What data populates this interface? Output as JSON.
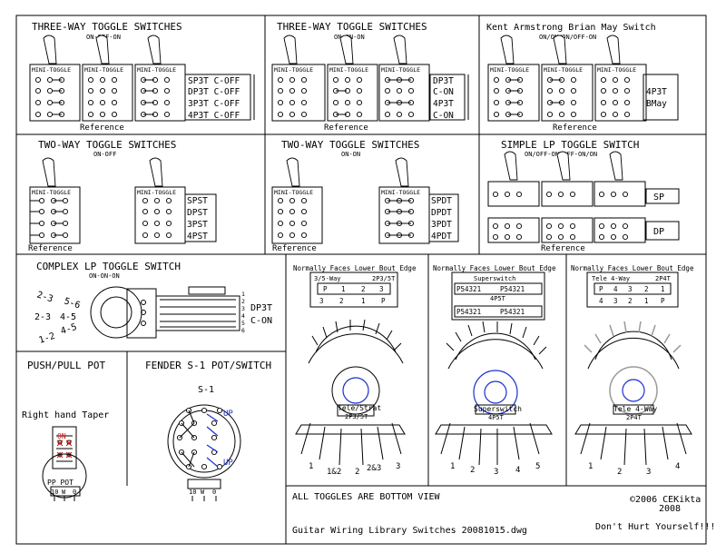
{
  "title_block": {
    "all_toggles_note": "ALL TOGGLES ARE BOTTOM VIEW",
    "copyright": "©2006 CEKikta",
    "copyright_year2": "2008",
    "filename": "Guitar Wiring Library Switches 20081015.dwg",
    "warning": "Don't Hurt Yourself!!!"
  },
  "three_way_a": {
    "title": "THREE-WAY TOGGLE SWITCHES",
    "subtitle": "ON-OFF-ON",
    "mini_toggle": "MINI-TOGGLE",
    "types": [
      "SP3T C-OFF",
      "DP3T C-OFF",
      "3P3T C-OFF",
      "4P3T C-OFF"
    ],
    "reference": "Reference"
  },
  "three_way_b": {
    "title": "THREE-WAY TOGGLE SWITCHES",
    "subtitle": "ON-ON-ON",
    "mini_toggle": "MINI-TOGGLE",
    "types": [
      "DP3T",
      "C-ON",
      "4P3T",
      "C-ON"
    ],
    "reference": "Reference"
  },
  "brian_may": {
    "title": "Kent Armstrong Brian May Switch",
    "subtitle": "ON/ON/ON/OFF-ON",
    "mini_toggle": "MINI-TOGGLE",
    "types": [
      "4P3T",
      "BMay"
    ],
    "reference": "Reference"
  },
  "two_way_a": {
    "title": "TWO-WAY TOGGLE SWITCHES",
    "subtitle": "ON-OFF",
    "mini_toggle": "MINI-TOGGLE",
    "types": [
      "SPST",
      "DPST",
      "3PST",
      "4PST"
    ],
    "reference": "Reference"
  },
  "two_way_b": {
    "title": "TWO-WAY TOGGLE SWITCHES",
    "subtitle": "ON-ON",
    "mini_toggle": "MINI-TOGGLE",
    "types": [
      "SPDT",
      "DPDT",
      "3PDT",
      "4PDT"
    ],
    "reference": "Reference"
  },
  "simple_lp": {
    "title": "SIMPLE LP TOGGLE SWITCH",
    "subtitle": "ON/OFF-ON/OFF-ON/ON",
    "types": [
      "SP",
      "DP"
    ],
    "reference": "Reference"
  },
  "complex_lp": {
    "title": "COMPLEX LP TOGGLE SWITCH",
    "subtitle": "ON-ON-ON",
    "positions": [
      "2-3",
      "5-6",
      "2-3",
      "4-5",
      "1-2",
      "4-5"
    ],
    "pins": [
      "1",
      "2",
      "3",
      "4",
      "5",
      "6"
    ],
    "type_line1": "DP3T",
    "type_line2": "C-ON"
  },
  "push_pull": {
    "title": "PUSH/PULL POT",
    "taper": "Right hand Taper",
    "on": "ON",
    "pot_label": "PP POT",
    "pins": [
      "10",
      "W",
      "0"
    ]
  },
  "fender_s1": {
    "title": "FENDER S-1 POT/SWITCH",
    "label": "S-1",
    "up1": "UP",
    "up2": "UP",
    "pins": [
      "10",
      "W",
      "0"
    ]
  },
  "strat": {
    "header": "Normally Faces Lower Bout Edge",
    "top_label": "3/5-Way",
    "top_label2": "2P3/5T",
    "pins_top": [
      "P",
      "1",
      "2",
      "3"
    ],
    "pins_bottom": [
      "3",
      "2",
      "1",
      "P"
    ],
    "name": "Tele/Strat",
    "name2": "2P3/5T",
    "positions": [
      "1",
      "1&2",
      "2",
      "2&3",
      "3"
    ]
  },
  "superswitch": {
    "header": "Normally Faces Lower Bout Edge",
    "top_label": "Superswitch",
    "sub_label": "4P5T",
    "row_digits": "P54321",
    "name": "Superswitch",
    "name2": "4P5T",
    "positions": [
      "1",
      "2",
      "3",
      "4",
      "5"
    ]
  },
  "tele4": {
    "header": "Normally Faces Lower Bout Edge",
    "top_label": "Tele 4-Way",
    "top_label2": "2P4T",
    "pins_top": [
      "P",
      "4",
      "3",
      "2",
      "1"
    ],
    "pins_bottom": [
      "4",
      "3",
      "2",
      "1",
      "P"
    ],
    "name": "Tele 4-Way",
    "name2": "2P4T",
    "positions": [
      "1",
      "2",
      "3",
      "4"
    ]
  }
}
